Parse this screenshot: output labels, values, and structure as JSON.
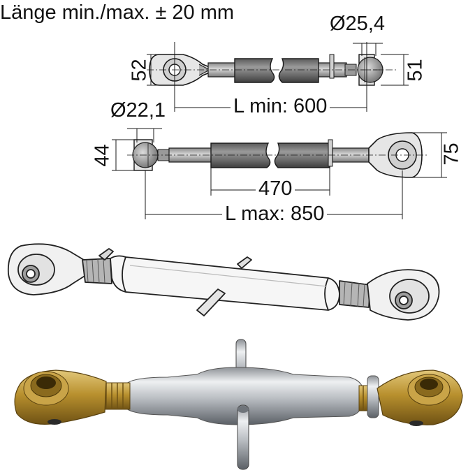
{
  "title": "Länge min./max. ± 20 mm",
  "top_drawing": {
    "eye_height": "52",
    "ball_diameter": "Ø25,4",
    "ball_height": "51",
    "length_min": "L min: 600"
  },
  "bottom_drawing": {
    "ball_diameter": "Ø22,1",
    "ball_height": "44",
    "eye_height": "75",
    "tube_length": "470",
    "length_max": "L max: 850"
  },
  "colors": {
    "line": "#1a1a1a",
    "tube_dark": "#6e6e6e",
    "metal_light": "#c9ccd0",
    "brass": "#b48a2a"
  }
}
